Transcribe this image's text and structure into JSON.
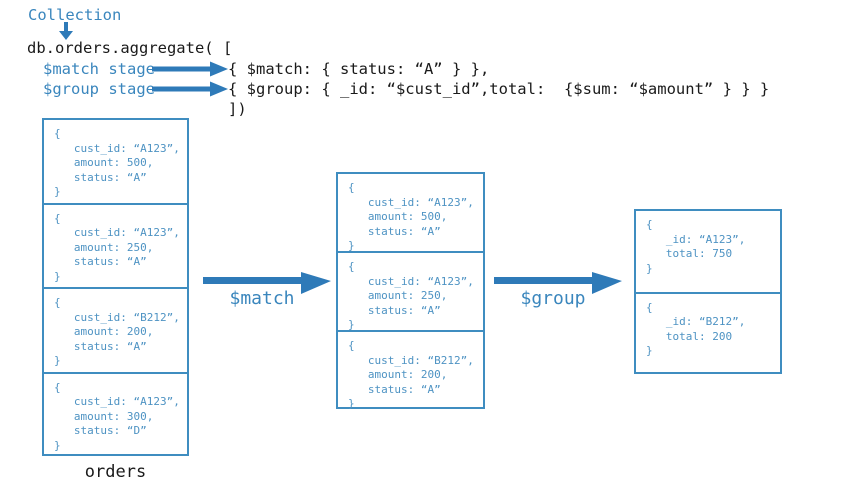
{
  "accent_color": "#2e7ab8",
  "box_border_color": "#3f8dc0",
  "doc_text_color": "#4e93c3",
  "code_text_color": "#1a1a1a",
  "collection": {
    "label": "Collection"
  },
  "code": {
    "line_main": "db.orders.aggregate( [",
    "line_close": "])",
    "match_stage_label": "$match stage",
    "group_stage_label": "$group stage",
    "match_stage_code": "{ $match: { status: “A” } },",
    "group_stage_code": "{ $group: { _id: “$cust_id”,total:  {$sum: “$amount” } } }"
  },
  "columns": {
    "orders": {
      "caption": "orders",
      "documents": [
        "{\n   cust_id: “A123”,\n   amount: 500,\n   status: “A”\n}",
        "{\n   cust_id: “A123”,\n   amount: 250,\n   status: “A”\n}",
        "{\n   cust_id: “B212”,\n   amount: 200,\n   status: “A”\n}",
        "{\n   cust_id: “A123”,\n   amount: 300,\n   status: “D”\n}"
      ]
    },
    "matched": {
      "documents": [
        "{\n   cust_id: “A123”,\n   amount: 500,\n   status: “A”\n}",
        "{\n   cust_id: “A123”,\n   amount: 250,\n   status: “A”\n}",
        "{\n   cust_id: “B212”,\n   amount: 200,\n   status: “A”\n}"
      ]
    },
    "grouped": {
      "documents": [
        "{\n   _id: “A123”,\n   total: 750\n}",
        "{\n   _id: “B212”,\n   total: 200\n}"
      ]
    }
  },
  "pipeline": {
    "match_arrow_label": "$match",
    "group_arrow_label": "$group"
  }
}
